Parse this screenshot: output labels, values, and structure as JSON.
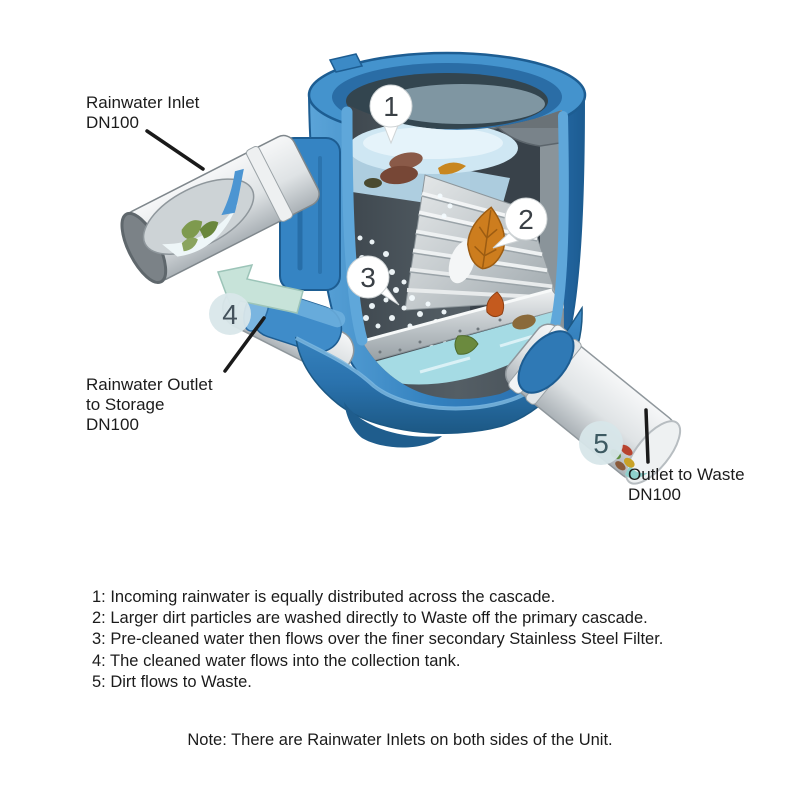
{
  "labels": {
    "inlet": {
      "line1": "Rainwater Inlet",
      "line2": "DN100"
    },
    "storage": {
      "line1": "Rainwater Outlet",
      "line2": "to Storage",
      "line3": "DN100"
    },
    "waste": {
      "line1": "Outlet to Waste",
      "line2": "DN100"
    }
  },
  "callouts": {
    "c1": "1",
    "c2": "2",
    "c3": "3",
    "c4": "4",
    "c5": "5"
  },
  "steps": [
    "1: Incoming rainwater is equally distributed across the cascade.",
    "2: Larger dirt particles are washed directly to Waste off the primary cascade.",
    "3: Pre-cleaned water then flows over the finer secondary Stainless Steel Filter.",
    "4: The cleaned water flows into the collection tank.",
    "5: Dirt flows to Waste."
  ],
  "note": "Note: There are Rainwater Inlets on both sides of the Unit.",
  "colors": {
    "body_blue": "#3584c3",
    "body_blue_light": "#61a8da",
    "body_blue_dark": "#1e6098",
    "interior_dark": "#4b545b",
    "steel_grey": "#c2c8cb",
    "water_pale": "#cfe7f3",
    "water_teal": "#a5dbe4",
    "leaf_orange": "#cd7d1e",
    "leaf_green": "#6b8a3e",
    "leaf_brown": "#8a5a48",
    "callout_pale": "#d9e7ea"
  }
}
